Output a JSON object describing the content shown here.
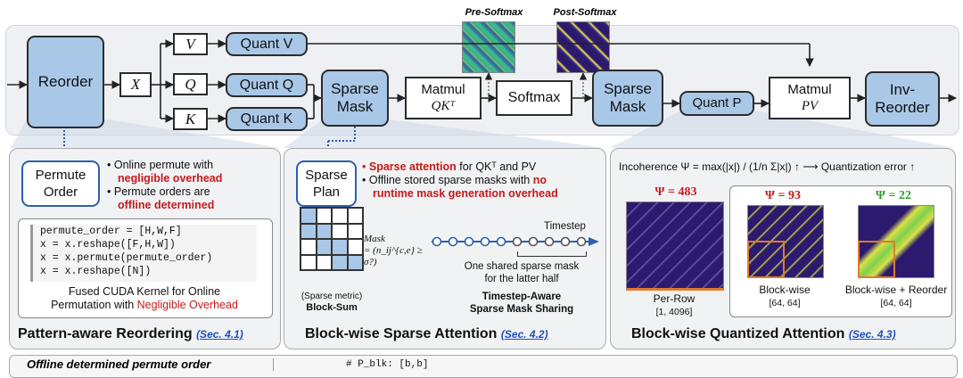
{
  "pipeline": {
    "reorder": "Reorder",
    "x": "X",
    "v": "V",
    "q": "Q",
    "k": "K",
    "quant_v": "Quant V",
    "quant_q": "Quant Q",
    "quant_k": "Quant K",
    "sparse_mask_1": [
      "Sparse",
      "Mask"
    ],
    "matmul_qk": [
      "Matmul",
      "QKᵀ"
    ],
    "softmax": "Softmax",
    "sparse_mask_2": [
      "Sparse",
      "Mask"
    ],
    "quant_p": "Quant P",
    "matmul_pv": [
      "Matmul",
      "PV"
    ],
    "inv_reorder": [
      "Inv-",
      "Reorder"
    ],
    "pre_softmax": "Pre-Softmax",
    "post_softmax": "Post-Softmax"
  },
  "panel1": {
    "permute_order": [
      "Permute",
      "Order"
    ],
    "bullet1_a": "Online permute with",
    "bullet1_b": "negligible overhead",
    "bullet2_a": "Permute orders are",
    "bullet2_b": "offline determined",
    "code": [
      "permute_order = [H,W,F]",
      "x = x.reshape([F,H,W])",
      "x = x.permute(permute_order)",
      "x = x.reshape([N])"
    ],
    "code_caption_1": "Fused CUDA Kernel for Online",
    "code_caption_2a": "Permutation with ",
    "code_caption_2b": "Negligible Overhead",
    "title": "Pattern-aware Reordering",
    "sec": "(Sec. 4.1)"
  },
  "panel2": {
    "sparse_plan": [
      "Sparse",
      "Plan"
    ],
    "bullet1_red": "Sparse attention",
    "bullet1_rest": " for QKᵀ and PV",
    "bullet2_a": "Offline stored sparse masks with ",
    "bullet2_b": "no",
    "bullet2_c": "runtime mask generation overhead",
    "mask_label": "Mask",
    "mask_formula": "= (n_ij^{c,e} ≥ σ?)",
    "timestep": "Timestep",
    "shared_mask_1": "One shared sparse mask",
    "shared_mask_2": "for the latter half",
    "sparse_metric": "(Sparse metric)",
    "block_sum": "Block-Sum",
    "timestep_aware_1": "Timestep-Aware",
    "timestep_aware_2": "Sparse Mask Sharing",
    "title": "Block-wise Sparse Attention",
    "sec": "(Sec. 4.2)"
  },
  "panel3": {
    "incoherence": "Incoherence Ψ = max(|x|) / (1/n Σ|x|) ↑ ⟶ Quantization error ↑",
    "psi_483": "Ψ = 483",
    "psi_93": "Ψ = 93",
    "psi_22": "Ψ = 22",
    "per_row": "Per-Row",
    "per_row_dim": "[1, 4096]",
    "block_wise": "Block-wise",
    "block_wise_dim": "[64, 64]",
    "block_reorder": "Block-wise + Reorder",
    "block_reorder_dim": "[64, 64]",
    "title": "Block-wise Quantized Attention",
    "sec": "(Sec. 4.3)"
  },
  "bottom": {
    "offline_title": "Offline determined permute order",
    "code": "# P_blk: [b,b]"
  },
  "colors": {
    "blue_box": "#a9c8e8",
    "red": "#c41a1a",
    "green": "#2e9a2e",
    "link": "#1f4fbf"
  }
}
